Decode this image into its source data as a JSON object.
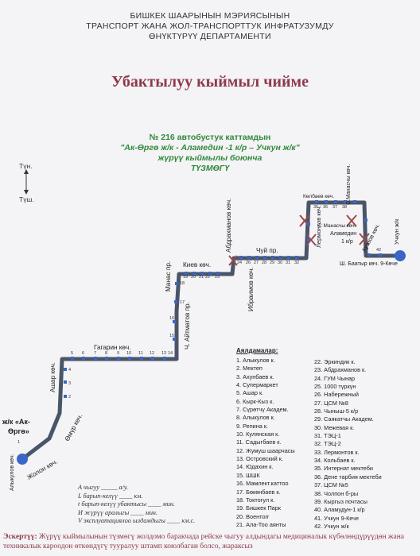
{
  "header": {
    "line1": "БИШКЕК ШААРЫНЫН  МЭРИЯСЫНЫН",
    "line2": "ТРАНСПОРТ ЖАНА ЖОЛ-ТРАНСПОРТТУК ИНФРАТУЗУМДУ",
    "line3": "ӨНҮКТҮРҮҮ ДЕПАРТАМЕНТИ"
  },
  "title": "Убактылуу кыймыл чийме",
  "subtitle": {
    "line1": "№ 216  автобустук каттамдын",
    "line2": "\"Ак-Өргө ж/к  - Аламедин -1 к/р – Учкун ж/к\"",
    "line3": "жүрүү кыймылы боюнча",
    "line4": "ТҮЗМӨГҮ"
  },
  "compass": {
    "north": "Түн.",
    "south": "Түш."
  },
  "streets": {
    "kiev": "Киев көч.",
    "chuy": "Чуй пр.",
    "gagarin": "Гагарин  көч.",
    "manas": "Манас пр.",
    "aitmatov": "Ч. Айтматов пр.",
    "ibraimov": "Ибраимов көч.",
    "abdrakhmanov": "Абдрахманов көч.",
    "ashar": "Ашар көч.",
    "omur": "Өмүр көч.",
    "jolon": "Жолон көч.",
    "alykulov": "Алыкулов көч.",
    "kolbaev": "Көлбаев көч.",
    "lermontov": "Лермонтов көч.",
    "smanasy": "С.Манасчы көч.",
    "smanasy2": "С Манасчы көч.",
    "auezov": "Ауэзов көч.",
    "alamedin": "Аламедин",
    "alamedin2": "1 к/р",
    "baatyr": "Ш. Баатыр көч. 9-Көче",
    "uchkun": "Учкун ж/к",
    "akorgo1": "ж/к «Ак-",
    "akorgo2": "Өргө»"
  },
  "legend": {
    "heading": "Аялдамалар:",
    "col1": [
      "1. Алыкулов к.",
      "2. Мектеп",
      "3. Ахунбаев к.",
      "4. Супермаркет",
      "5. Ашар к.",
      "6. Кырк-Кыз к.",
      "7. Сүрөтчү Академ.",
      "8. Алыкулов к.",
      "9. Репина к.",
      "10. Кулянская к.",
      "11. Садыгбаев к.",
      "12. Жумуш шаарчасы",
      "13. Островский к.",
      "14. Юдахин к.",
      "15. ШШК",
      "16. Мамлект.каттоо",
      "17. Бөкөнбаев к.",
      "18. Токтогул к.",
      "19. Бишкек Парк",
      "20. Воентоrг",
      "21. Ала-Тоо аянты"
    ],
    "col2": [
      "22. Эркиндик к.",
      "23. Абдрахманов к.",
      "24. ГУМ Чынар",
      "25. 1000 түркүн",
      "26. Набережный",
      "27. ЦСМ №8",
      "28. Чыныш-5 к/р",
      "29. Саякатчы Академ.",
      "30. Межевая к.",
      "31. ТЭЦ-1",
      "32. ТЭЦ-2",
      "33. Лермонтов к.",
      "34. Кольбаев к.",
      "35. Интернат мектеби",
      "36. Дене тарбия мектеби",
      "37. ЦСМ №5",
      "38. Чолпон б-ры",
      "39. Кыргыз почтасы",
      "40. Аламудун-1 к/р",
      "41. Учкун 9-Кече",
      "42. Учкун ж/к"
    ]
  },
  "stats": [
    "А чыгуу _____ а/у.",
    "L барып-келүү ____ км.",
    "t барып-келүү убактысы ____ мин.",
    "И жүрүү аралыгы ____ мин.",
    "V эксплуатациялоо ылдамдыгы ____ км.с."
  ],
  "note": {
    "label": "Эскертүү:",
    "text": " Жүрүү кыймылынын түзмөгү жолдомо баракчада рейске чыгуу алдындагы медициналык күбөлөндүрүүдөн жана техникалык кароодон өткөндүгү тууралуу штамп коюлбаган болсо, жараксыз"
  },
  "colors": {
    "route": "#4a5568",
    "stop": "#3a66c8",
    "title": "#8e3a4a",
    "subtitle": "#2f8a3a",
    "cross": "#9a4a4a"
  }
}
